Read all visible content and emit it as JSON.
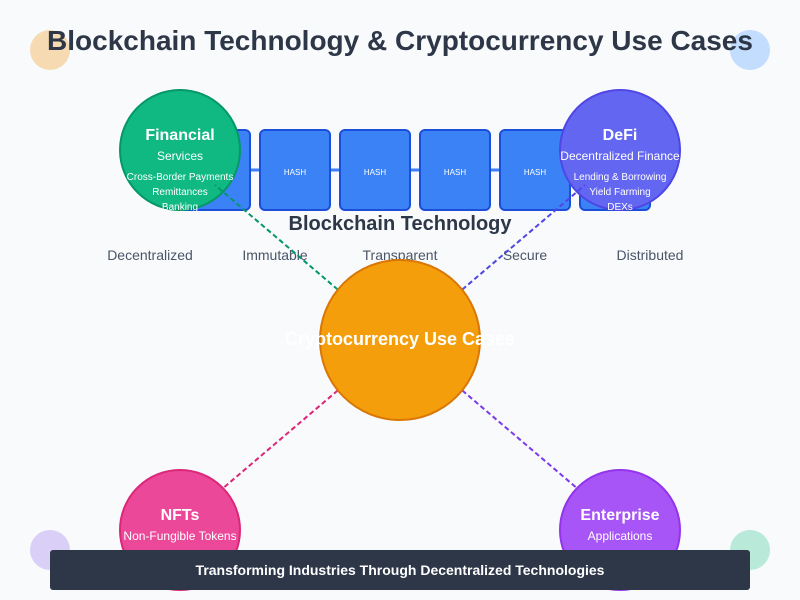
{
  "title": "Blockchain Technology & Cryptocurrency Use Cases",
  "blockchain_label": "Blockchain Technology",
  "hash_label": "HASH",
  "properties": [
    "Decentralized",
    "Immutable",
    "Transparent",
    "Secure",
    "Distributed"
  ],
  "center": {
    "label": "Cryptocurrency Use Cases",
    "color": "#f59e0b"
  },
  "use_cases": {
    "financial": {
      "title": "Financial",
      "subtitle": "Services",
      "items": [
        "Cross-Border Payments",
        "Remittances",
        "Banking"
      ],
      "color": "#10b981"
    },
    "defi": {
      "title": "DeFi",
      "subtitle": "Decentralized Finance",
      "items": [
        "Lending & Borrowing",
        "Yield Farming",
        "DEXs"
      ],
      "color": "#6366f1"
    },
    "nfts": {
      "title": "NFTs",
      "subtitle": "Non-Fungible Tokens",
      "items": [],
      "color": "#ec4899"
    },
    "enterprise": {
      "title": "Enterprise",
      "subtitle": "Applications",
      "items": [],
      "color": "#a855f7"
    }
  },
  "footer": "Transforming Industries Through Decentralized Technologies",
  "colors": {
    "block": "#3b82f6",
    "block_border": "#1d4ed8",
    "footer_bg": "#2d3748"
  }
}
